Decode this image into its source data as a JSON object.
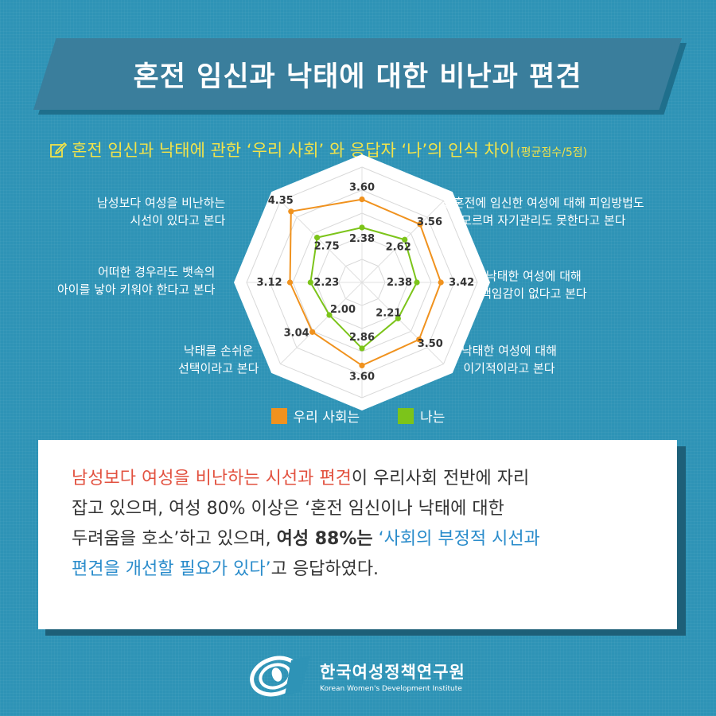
{
  "title": "혼전 임신과 낙태에 대한 비난과 편견",
  "subtitle": {
    "main": "혼전 임신과 낙태에 관한 ‘우리 사회’ 와 응답자 ‘나’의 인식 차이",
    "unit": "(평균점수/5점)"
  },
  "chart_data": {
    "type": "radar",
    "max": 5,
    "categories": [
      "",
      "결혼전에 임신한 여성에 대해 피임방법도 모르며 자기관리도 못한다고 본다",
      "낙태한 여성에 대해 책임감이 없다고 본다",
      "낙태한 여성에 대해 이기적이라고 본다",
      "",
      "낙태를 손쉬운 선택이라고 본다",
      "어떠한 경우라도 뱃속의 아이를 낳아 키워야 한다고 본다",
      "남성보다 여성을 비난하는 시선이 있다고 본다"
    ],
    "series": [
      {
        "name": "우리 사회는",
        "color": "#f0921e",
        "values": [
          3.6,
          3.56,
          3.42,
          3.5,
          3.6,
          3.04,
          3.12,
          4.35
        ]
      },
      {
        "name": "나는",
        "color": "#7cc41a",
        "values": [
          2.38,
          2.62,
          2.38,
          2.21,
          2.86,
          2.0,
          2.23,
          2.75
        ]
      }
    ],
    "value_labels": {
      "society": [
        "3.60",
        "3.56",
        "3.42",
        "3.50",
        "3.60",
        "3.04",
        "3.12",
        "4.35"
      ],
      "me": [
        "2.38",
        "2.62",
        "2.38",
        "2.21",
        "2.86",
        "2.00",
        "2.23",
        "2.75"
      ]
    },
    "axis_labels": {
      "top_right": [
        "결혼전에 임신한 여성에 대해 피임방법도",
        "모르며 자기관리도 못한다고 본다"
      ],
      "right": [
        "낙태한 여성에 대해",
        "책임감이 없다고 본다"
      ],
      "bottom_right": [
        "낙태한 여성에 대해",
        "이기적이라고 본다"
      ],
      "bottom_left": [
        "낙태를 손쉬운",
        "선택이라고 본다"
      ],
      "left": [
        "어떠한 경우라도 뱃속의",
        "아이를 낳아 키워야 한다고 본다"
      ],
      "top_left": [
        "남성보다 여성을 비난하는",
        "시선이 있다고 본다"
      ]
    }
  },
  "legend": {
    "society": "우리 사회는",
    "me": "나는",
    "society_color": "#f0921e",
    "me_color": "#7cc41a"
  },
  "summary": {
    "p1": "남성보다 여성을 비난하는 시선과 편견",
    "p2": "이 우리사회 전반에 자리",
    "p3": "잡고 있으며, 여성 80% 이상은 ‘혼전 임신이나 낙태에 대한",
    "p4": "두려움을 호소’하고 있으며, ",
    "p5": "여성 88%는",
    "p6": " ",
    "p7": "‘사회의 부정적 시선과",
    "p8": "편견을 개선할 필요가 있다’",
    "p9": "고 응답하였다."
  },
  "footer": {
    "org_name": "한국여성정책연구원",
    "org_en": "Korean Women's Development Institute"
  }
}
